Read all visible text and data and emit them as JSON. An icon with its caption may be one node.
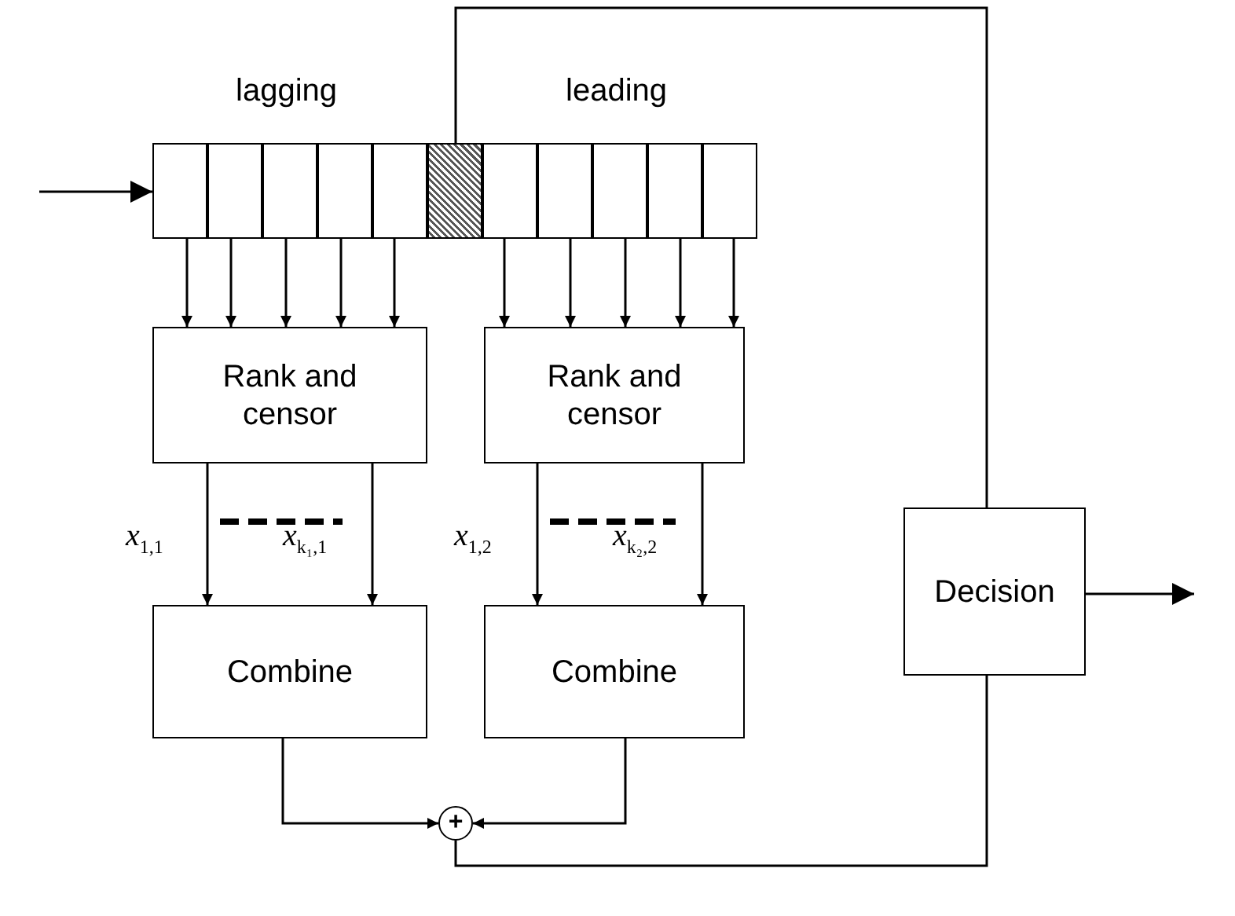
{
  "diagram": {
    "nodes": [
      {
        "text": [],
        "shape": "box"
      },
      {
        "text": [],
        "shape": "box"
      },
      {
        "text": [],
        "shape": "box"
      },
      {
        "text": [],
        "shape": "box"
      },
      {
        "text": [],
        "shape": "box"
      },
      {
        "text": [],
        "shape": "box"
      },
      {
        "text": [],
        "shape": "box"
      },
      {
        "text": [],
        "shape": "box"
      },
      {
        "text": [],
        "shape": "box"
      },
      {
        "text": [],
        "shape": "box"
      },
      {
        "text": [],
        "shape": "box"
      },
      {
        "text": [
          "Rank and censor"
        ]
      },
      {
        "text": [
          "Rank and censor"
        ]
      },
      {
        "text": [
          "Combine"
        ]
      },
      {
        "text": [
          "Combine"
        ]
      },
      {
        "text": [
          "+"
        ]
      },
      {
        "text": [
          "Decision"
        ]
      }
    ],
    "edges": [
      {
        "from": null,
        "to": 0,
        "arrow": "to"
      },
      {
        "from": 0,
        "to": 11,
        "arrow": "to"
      },
      {
        "from": 1,
        "to": 11,
        "arrow": "to"
      },
      {
        "from": 2,
        "to": 11,
        "arrow": "to"
      },
      {
        "from": 3,
        "to": 11,
        "arrow": "to"
      },
      {
        "from": 4,
        "to": 11,
        "arrow": "to"
      },
      {
        "from": 6,
        "to": 12,
        "arrow": "to"
      },
      {
        "from": 7,
        "to": 12,
        "arrow": "to"
      },
      {
        "from": 8,
        "to": 12,
        "arrow": "to"
      },
      {
        "from": 9,
        "to": 12,
        "arrow": "to"
      },
      {
        "from": 10,
        "to": 12,
        "arrow": "to"
      },
      {
        "from": 11,
        "to": 13,
        "arrow": "to",
        "label": "*x*$_{1,1}$"
      },
      {
        "from": 11,
        "to": 13,
        "arrow": "to",
        "label": "*x*$_{k₁,1}$"
      },
      {
        "from": 12,
        "to": 14,
        "arrow": "to",
        "label": "*x*$_{1,2}$"
      },
      {
        "from": 12,
        "to": 14,
        "arrow": "to",
        "label": "*x*$_{k₂,2}$"
      },
      {
        "from": 13,
        "to": 15,
        "arrow": "to"
      },
      {
        "from": 14,
        "to": 15,
        "arrow": "to"
      },
      {
        "from": 15,
        "to": 16,
        "arrow": "none"
      },
      {
        "from": 5,
        "to": 16,
        "arrow": "none"
      },
      {
        "from": 16,
        "to": null,
        "arrow": "to"
      }
    ],
    "labels": [
      "lagging",
      "leading"
    ]
  }
}
